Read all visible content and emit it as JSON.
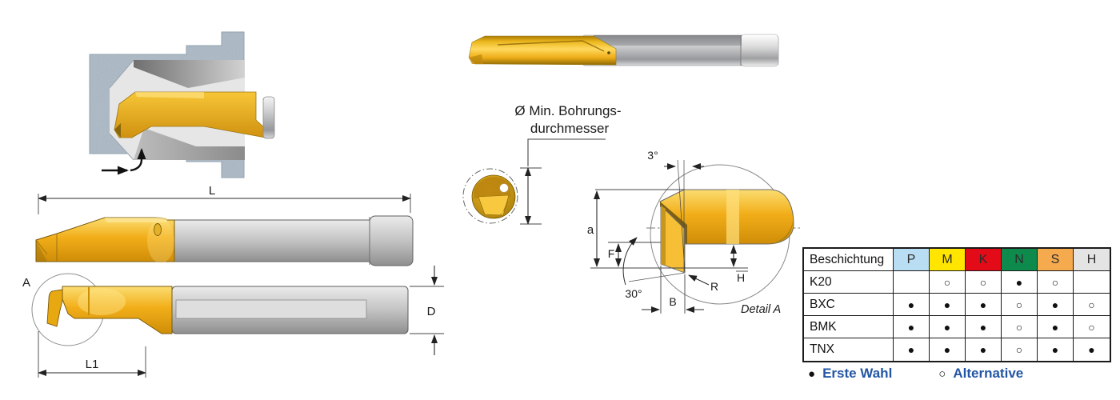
{
  "drawings": {
    "min_bore": {
      "label_line1": "Ø Min. Bohrungs-",
      "label_line2": "durchmesser"
    },
    "detail": {
      "angle_top": "3°",
      "angle_front": "30°",
      "dim_a": "a",
      "dim_f": "F",
      "dim_r": "R",
      "dim_h": "H",
      "dim_b": "B",
      "caption": "Detail A"
    },
    "side_view_top": {
      "dim_l": "L"
    },
    "side_view_bottom": {
      "dim_l1": "L1",
      "dim_d": "D",
      "detail_marker": "A"
    }
  },
  "table": {
    "header_label": "Beschichtung",
    "columns": [
      {
        "label": "P",
        "color": "#b9ddf2"
      },
      {
        "label": "M",
        "color": "#ffe500"
      },
      {
        "label": "K",
        "color": "#e30b17"
      },
      {
        "label": "N",
        "color": "#0e8a4c"
      },
      {
        "label": "S",
        "color": "#f6aa4e"
      },
      {
        "label": "H",
        "color": "#e4e4e4"
      }
    ],
    "rows": [
      {
        "label": "K20",
        "cells": [
          "",
          "○",
          "○",
          "●",
          "○",
          ""
        ]
      },
      {
        "label": "BXC",
        "cells": [
          "●",
          "●",
          "●",
          "○",
          "●",
          "○"
        ]
      },
      {
        "label": "BMK",
        "cells": [
          "●",
          "●",
          "●",
          "○",
          "●",
          "○"
        ]
      },
      {
        "label": "TNX",
        "cells": [
          "●",
          "●",
          "●",
          "○",
          "●",
          "●"
        ]
      }
    ],
    "legend": {
      "first_choice_symbol": "●",
      "first_choice_label": "Erste Wahl",
      "alternative_symbol": "○",
      "alternative_label": "Alternative",
      "text_color": "#2256a5"
    }
  }
}
